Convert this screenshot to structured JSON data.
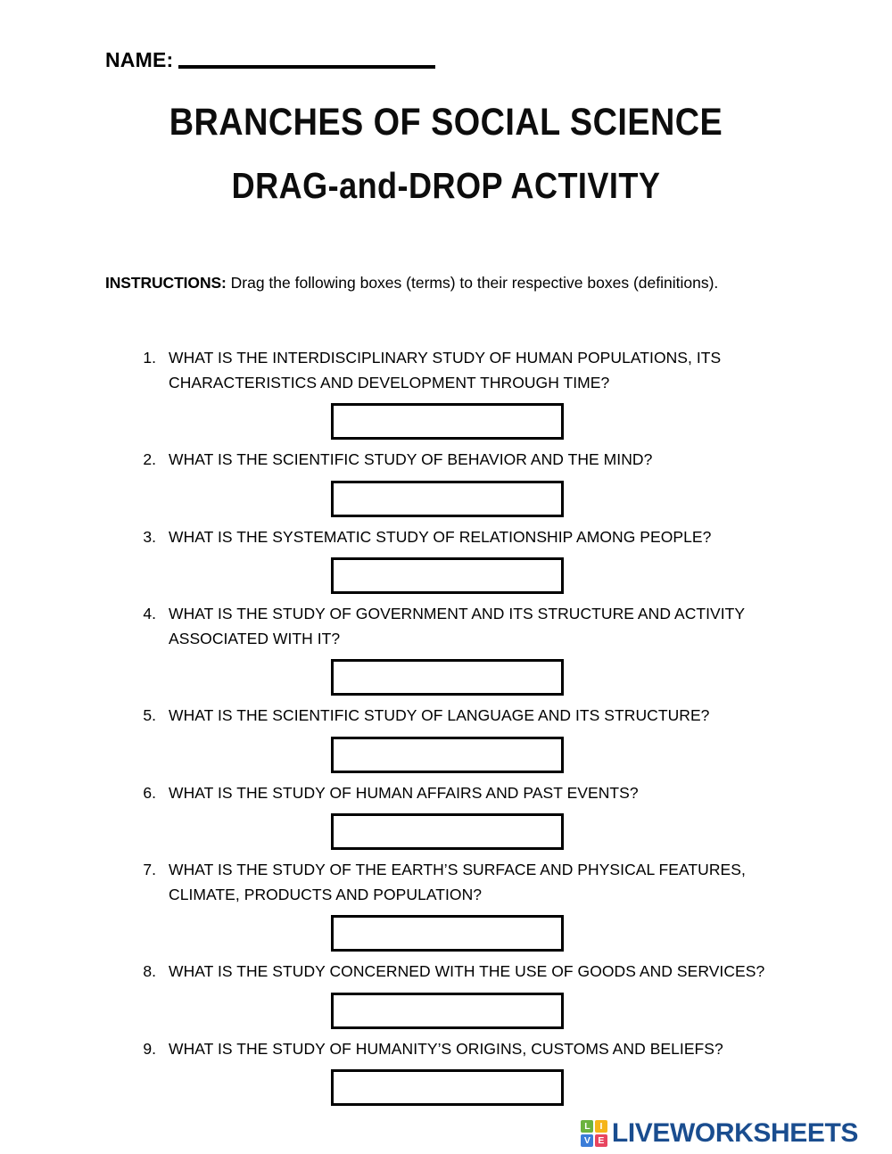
{
  "page": {
    "background_color": "#ffffff",
    "text_color": "#000000"
  },
  "header": {
    "name_label": "NAME:",
    "name_blank_value": ""
  },
  "title": {
    "line1": "BRANCHES OF SOCIAL SCIENCE",
    "line2": "DRAG-and-DROP ACTIVITY"
  },
  "instructions": {
    "label": "INSTRUCTIONS:",
    "text": " Drag the following boxes (terms) to their respective boxes (definitions)."
  },
  "questions": [
    {
      "number": "1.",
      "text": "WHAT IS THE INTERDISCIPLINARY STUDY OF HUMAN POPULATIONS, ITS CHARACTERISTICS AND DEVELOPMENT THROUGH TIME?",
      "answer_value": ""
    },
    {
      "number": "2.",
      "text": "WHAT IS THE SCIENTIFIC STUDY OF BEHAVIOR AND THE MIND?",
      "answer_value": ""
    },
    {
      "number": "3.",
      "text": "WHAT IS THE SYSTEMATIC STUDY OF RELATIONSHIP AMONG PEOPLE?",
      "answer_value": ""
    },
    {
      "number": "4.",
      "text": "WHAT IS THE STUDY OF GOVERNMENT AND ITS STRUCTURE AND ACTIVITY ASSOCIATED WITH IT?",
      "answer_value": ""
    },
    {
      "number": "5.",
      "text": "WHAT IS THE SCIENTIFIC STUDY OF LANGUAGE AND ITS STRUCTURE?",
      "answer_value": ""
    },
    {
      "number": "6.",
      "text": "WHAT IS THE STUDY OF HUMAN AFFAIRS AND PAST EVENTS?",
      "answer_value": ""
    },
    {
      "number": "7.",
      "text": "WHAT IS THE STUDY OF THE EARTH’S SURFACE AND PHYSICAL FEATURES, CLIMATE, PRODUCTS AND POPULATION?",
      "answer_value": ""
    },
    {
      "number": "8.",
      "text": "WHAT IS THE STUDY CONCERNED WITH THE USE OF GOODS AND SERVICES?",
      "answer_value": ""
    },
    {
      "number": "9.",
      "text": "WHAT IS THE STUDY OF HUMANITY’S ORIGINS, CUSTOMS AND BELIEFS?",
      "answer_value": ""
    }
  ],
  "footer": {
    "logo": {
      "wordmark": "LIVEWORKSHEETS",
      "wordmark_color": "#1a4d8f",
      "tiles": [
        {
          "letter": "L",
          "color": "#6cb33f"
        },
        {
          "letter": "I",
          "color": "#f5b51a"
        },
        {
          "letter": "V",
          "color": "#3b7dd8"
        },
        {
          "letter": "E",
          "color": "#e8455f"
        }
      ]
    }
  }
}
